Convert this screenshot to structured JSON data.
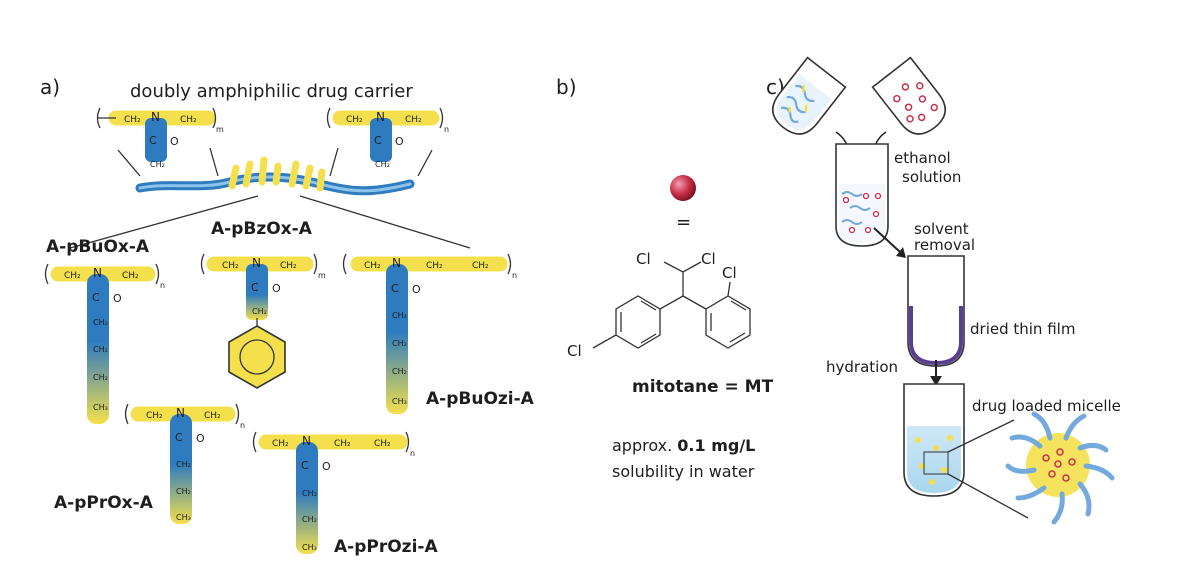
{
  "panels": {
    "a": {
      "label": "a)",
      "heading": "doubly amphiphilic drug carrier",
      "polymer_names": [
        "A-pBzOx-A",
        "A-pBuOx-A",
        "A-pBuOzi-A",
        "A-pPrOx-A",
        "A-pPrOzi-A"
      ]
    },
    "b": {
      "label": "b)",
      "equals": "=",
      "atom_cl": "Cl",
      "drug_name": "mitotane = MT",
      "solubility_prefix": "approx.",
      "solubility_value": "0.1 mg/L",
      "solubility_suffix": "solubility in water"
    },
    "c": {
      "label": "c)",
      "steps": {
        "ethanol_1": "ethanol",
        "ethanol_2": "solution",
        "solvent_1": "solvent",
        "solvent_2": "removal",
        "film": "dried thin film",
        "hydration": "hydration",
        "micelle": "drug loaded micelle"
      }
    }
  },
  "chem": {
    "ch2": "CH₂",
    "ch3": "CH₃",
    "n": "N",
    "c": "C",
    "o": "O",
    "subscript_m": "m",
    "subscript_n": "n"
  },
  "colors": {
    "hydrophilic_yellow": "#f4e04d",
    "hydrophobic_blue": "#2e7bbf",
    "backbone_blue": "#74a9dd",
    "drug_red": "#c8304a"
  }
}
